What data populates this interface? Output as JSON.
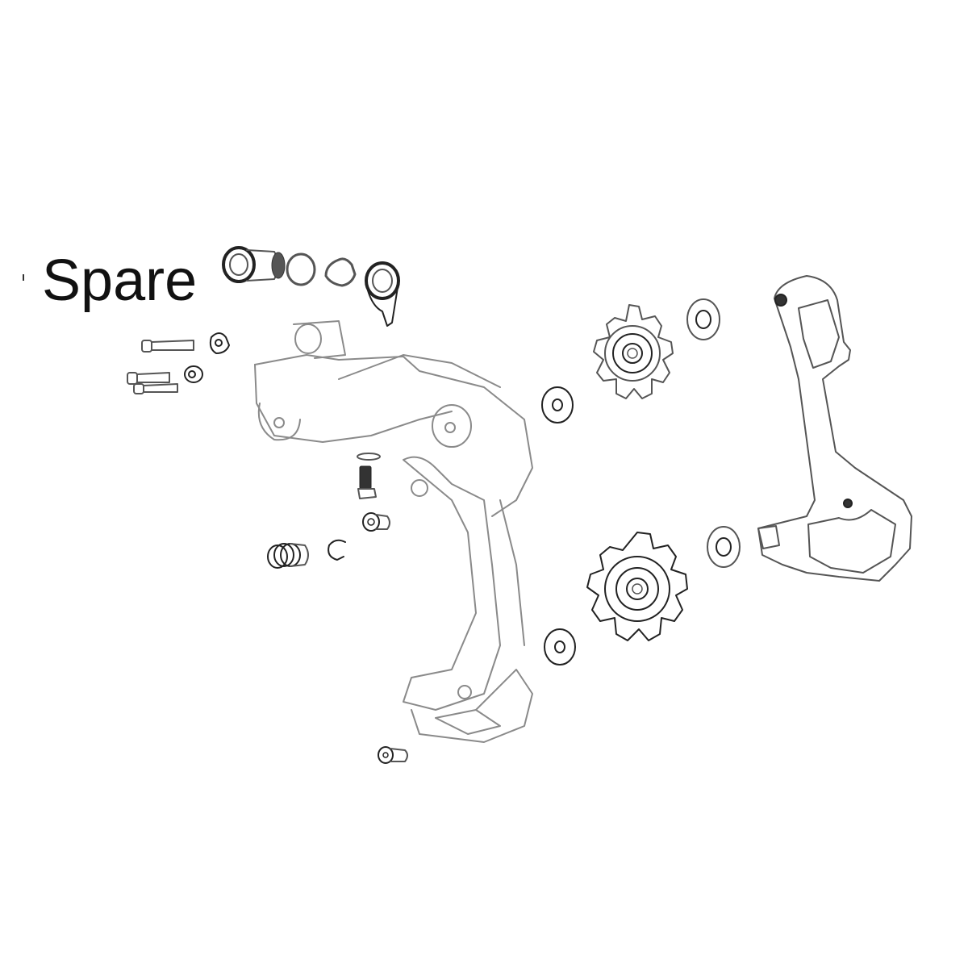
{
  "title": "Spare",
  "diagram": {
    "type": "exploded-parts-diagram",
    "subject": "rear derailleur",
    "parts": [
      {
        "id": "b-bolt-bushing",
        "label": ""
      },
      {
        "id": "washer-round",
        "label": ""
      },
      {
        "id": "washer-square",
        "label": ""
      },
      {
        "id": "b-tension-plate",
        "label": ""
      },
      {
        "id": "limit-screw-1",
        "label": ""
      },
      {
        "id": "limit-screw-2",
        "label": ""
      },
      {
        "id": "derailleur-body",
        "label": ""
      },
      {
        "id": "upper-pulley-wheel",
        "label": ""
      },
      {
        "id": "lower-pulley-wheel",
        "label": ""
      },
      {
        "id": "pulley-washers",
        "label": ""
      },
      {
        "id": "outer-cage-plate",
        "label": ""
      },
      {
        "id": "cage-bolt",
        "label": ""
      },
      {
        "id": "c-clip",
        "label": ""
      },
      {
        "id": "barrel-adjuster",
        "label": ""
      },
      {
        "id": "pulley-bolt",
        "label": ""
      }
    ],
    "colors": {
      "line_dark": "#222222",
      "line_light": "#8a8a8a",
      "background": "#ffffff"
    }
  }
}
